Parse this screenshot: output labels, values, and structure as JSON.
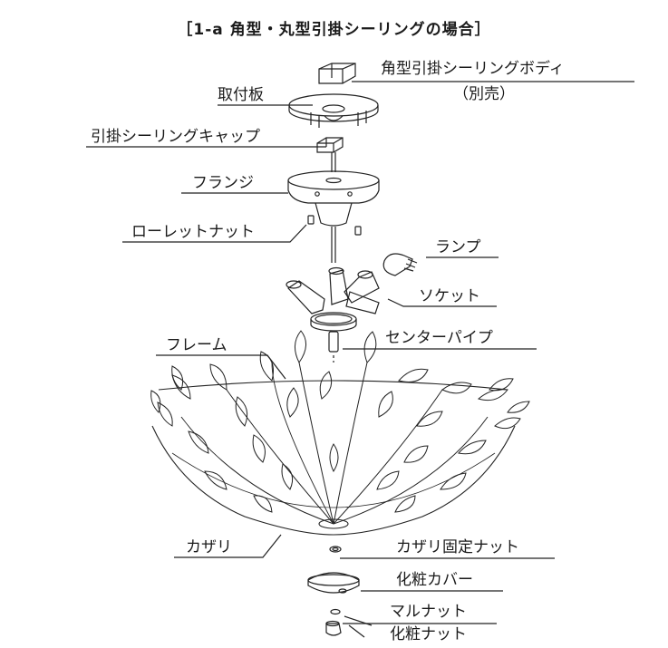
{
  "title": "［1-a 角型・丸型引掛シーリングの場合］",
  "labels": {
    "body": "角型引掛シーリングボディ",
    "body_note": "（別売）",
    "mount_plate": "取付板",
    "cap": "引掛シーリングキャップ",
    "flange": "フランジ",
    "knurl_nut": "ローレットナット",
    "lamp": "ランプ",
    "socket": "ソケット",
    "center_pipe": "センターパイプ",
    "frame": "フレーム",
    "kazari": "カザリ",
    "kazari_nut": "カザリ固定ナット",
    "cover": "化粧カバー",
    "round_nut": "マルナット",
    "deco_nut": "化粧ナット"
  }
}
